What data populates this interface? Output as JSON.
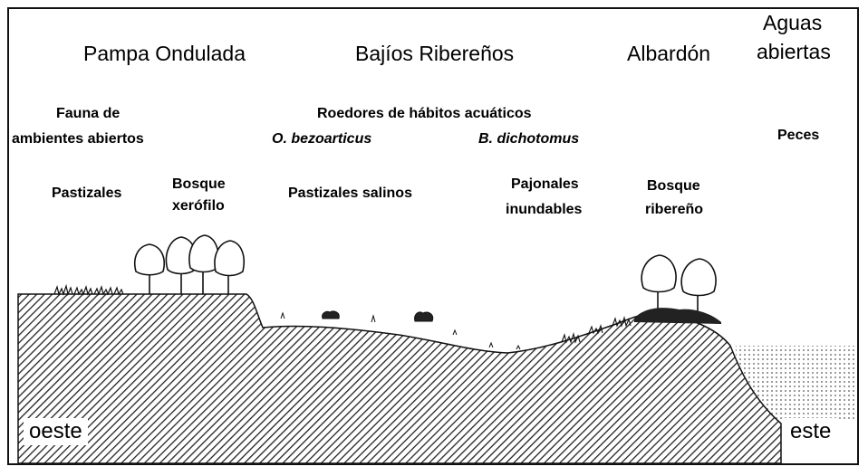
{
  "zones": {
    "pampa_ondulada": "Pampa Ondulada",
    "bajios_riberenos": "Bajíos Ribereños",
    "albardon": "Albardón",
    "aguas_abiertas_1": "Aguas",
    "aguas_abiertas_2": "abiertas"
  },
  "fauna": {
    "ambientes_1": "Fauna de",
    "ambientes_2": "ambientes abiertos",
    "roedores": "Roedores de hábitos  acuáticos",
    "o_bezoarticus": "O. bezoarticus",
    "b_dichotomus": "B. dichotomus",
    "peces": "Peces"
  },
  "vegetation": {
    "pastizales": "Pastizales",
    "bosque_xerofilo_1": "Bosque",
    "bosque_xerofilo_2": "xerófilo",
    "pastizales_salinos": "Pastizales salinos",
    "pajonales_1": "Pajonales",
    "pajonales_2": "inundables",
    "bosque_riberenio_1": "Bosque",
    "bosque_riberenio_2": "ribereño"
  },
  "directions": {
    "west": "oeste",
    "east": "este"
  },
  "colors": {
    "ink": "#111111",
    "soil_hatch": "#222222",
    "water_dots": "#555555"
  }
}
